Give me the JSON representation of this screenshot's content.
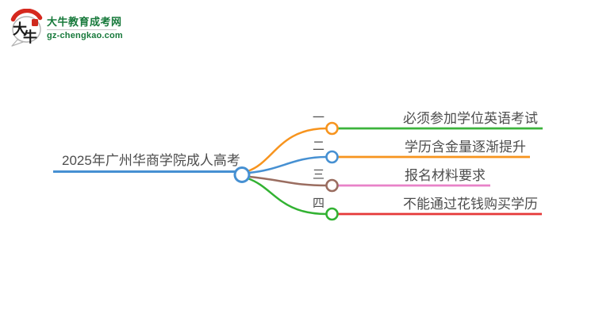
{
  "logo": {
    "icon_char1": "大",
    "icon_char2": "牛",
    "title": "大牛教育成考网",
    "domain": "gz-chengkao.com",
    "brand_color": "#17793b"
  },
  "mindmap": {
    "root": {
      "label": "2025年广州华商学院成人高考",
      "color": "#4690d2"
    },
    "branches": [
      {
        "num": "一",
        "label": "必须参加学位英语考试",
        "connector_color": "#f7941e",
        "underline_color": "#3cb33c"
      },
      {
        "num": "二",
        "label": "学历含金量逐渐提升",
        "connector_color": "#4690d2",
        "underline_color": "#f7941e"
      },
      {
        "num": "三",
        "label": "报名材料要求",
        "connector_color": "#9a6d60",
        "underline_color": "#e882c8"
      },
      {
        "num": "四",
        "label": "不能通过花钱购买学历",
        "connector_color": "#32b232",
        "underline_color": "#e53939"
      }
    ],
    "text_color": "#4d4d4d"
  }
}
